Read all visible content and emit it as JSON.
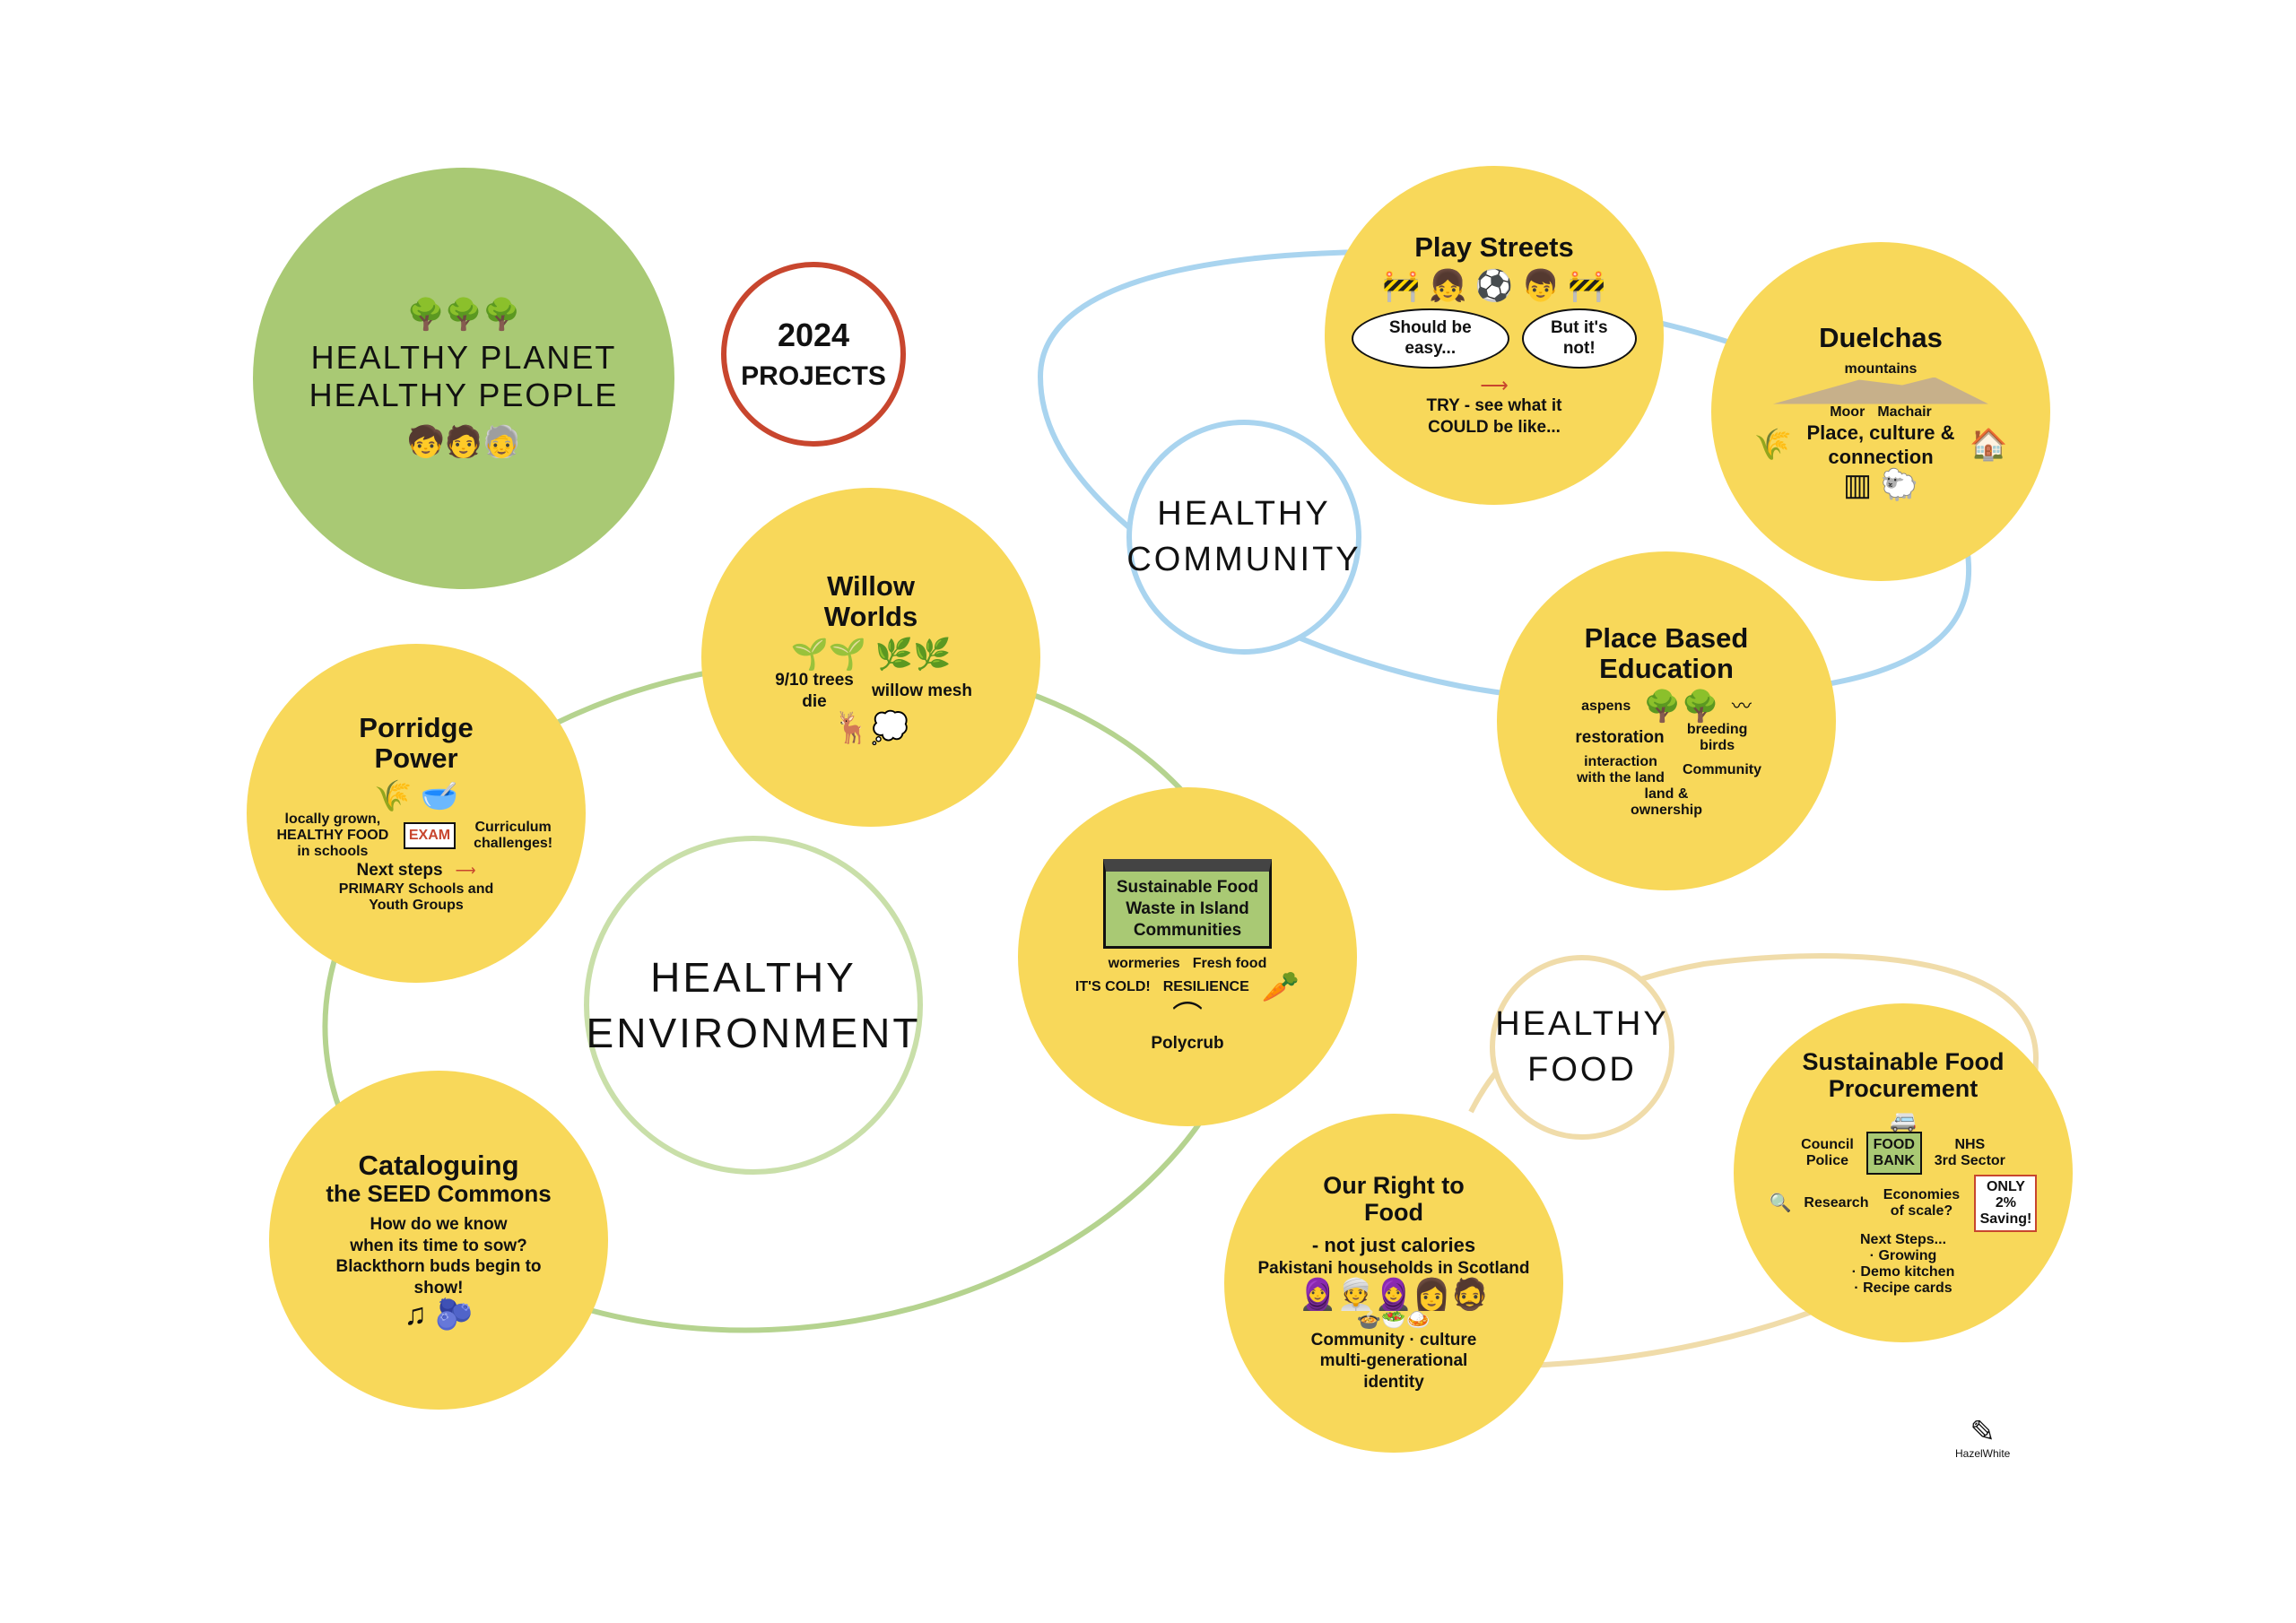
{
  "main": {
    "title": {
      "line1": "HEALTHY PLANET",
      "line2": "HEALTHY PEOPLE"
    },
    "badge": {
      "year": "2024",
      "label": "PROJECTS"
    },
    "hubs": {
      "community": {
        "line1": "HEALTHY",
        "line2": "COMMUNITY"
      },
      "environment": {
        "line1": "HEALTHY",
        "line2": "ENVIRONMENT"
      },
      "food": {
        "line1": "HEALTHY",
        "line2": "FOOD"
      }
    },
    "projects": {
      "play_streets": {
        "title": "Play Streets",
        "bubble1": "Should be easy...",
        "bubble2": "But it's not!",
        "note1": "TRY - see what it",
        "note2": "COULD be like..."
      },
      "duelchas": {
        "title": "Duelchas",
        "mountains": "mountains",
        "moor": "Moor",
        "machair": "Machair",
        "note": "Place, culture & connection"
      },
      "place_based": {
        "title": "Place Based Education",
        "aspens": "aspens",
        "restoration": "restoration",
        "birds": "breeding birds",
        "interaction": "interaction with the land",
        "community": "Community",
        "land": "land & ownership"
      },
      "willow": {
        "title": "Willow Worlds",
        "trees": "9/10 trees die",
        "mesh": "willow mesh"
      },
      "porridge": {
        "title": "Porridge Power",
        "food": "locally grown, HEALTHY FOOD in schools",
        "exam": "EXAM",
        "curriculum": "Curriculum challenges!",
        "next": "Next steps",
        "groups": "PRIMARY Schools and Youth Groups"
      },
      "food_waste": {
        "title": "Sustainable Food Waste in Island Communities",
        "wormeries": "wormeries",
        "fresh": "Fresh food",
        "cold": "IT'S COLD!",
        "resilience": "RESILIENCE",
        "polycrub": "Polycrub"
      },
      "seed": {
        "title1": "Cataloguing",
        "title2": "the SEED Commons",
        "q1": "How do we know",
        "q2": "when its time to sow?",
        "q3": "Blackthorn buds begin to",
        "q4": "show!"
      },
      "right_to_food": {
        "title": "Our Right to Food",
        "sub": "- not just calories",
        "households": "Pakistani households in Scotland",
        "c1": "Community · culture",
        "c2": "multi-generational",
        "c3": "identity"
      },
      "procurement": {
        "title": "Sustainable Food Procurement",
        "council": "Council",
        "police": "Police",
        "foodbank": "FOOD BANK",
        "nhs": "NHS",
        "third": "3rd Sector",
        "research": "Research",
        "economies": "Economies of scale?",
        "saving": "ONLY 2% Saving!",
        "next": "Next Steps...",
        "n1": "· Growing",
        "n2": "· Demo kitchen",
        "n3": "· Recipe cards"
      }
    },
    "signature": "HazelWhite"
  },
  "colors": {
    "yellow": "#f8d85a",
    "green": "#a9c974",
    "red_ring": "#c8462e",
    "blue_link": "#a9d4ef",
    "green_link": "#b5d38f",
    "food_link": "#f0dcaa"
  }
}
